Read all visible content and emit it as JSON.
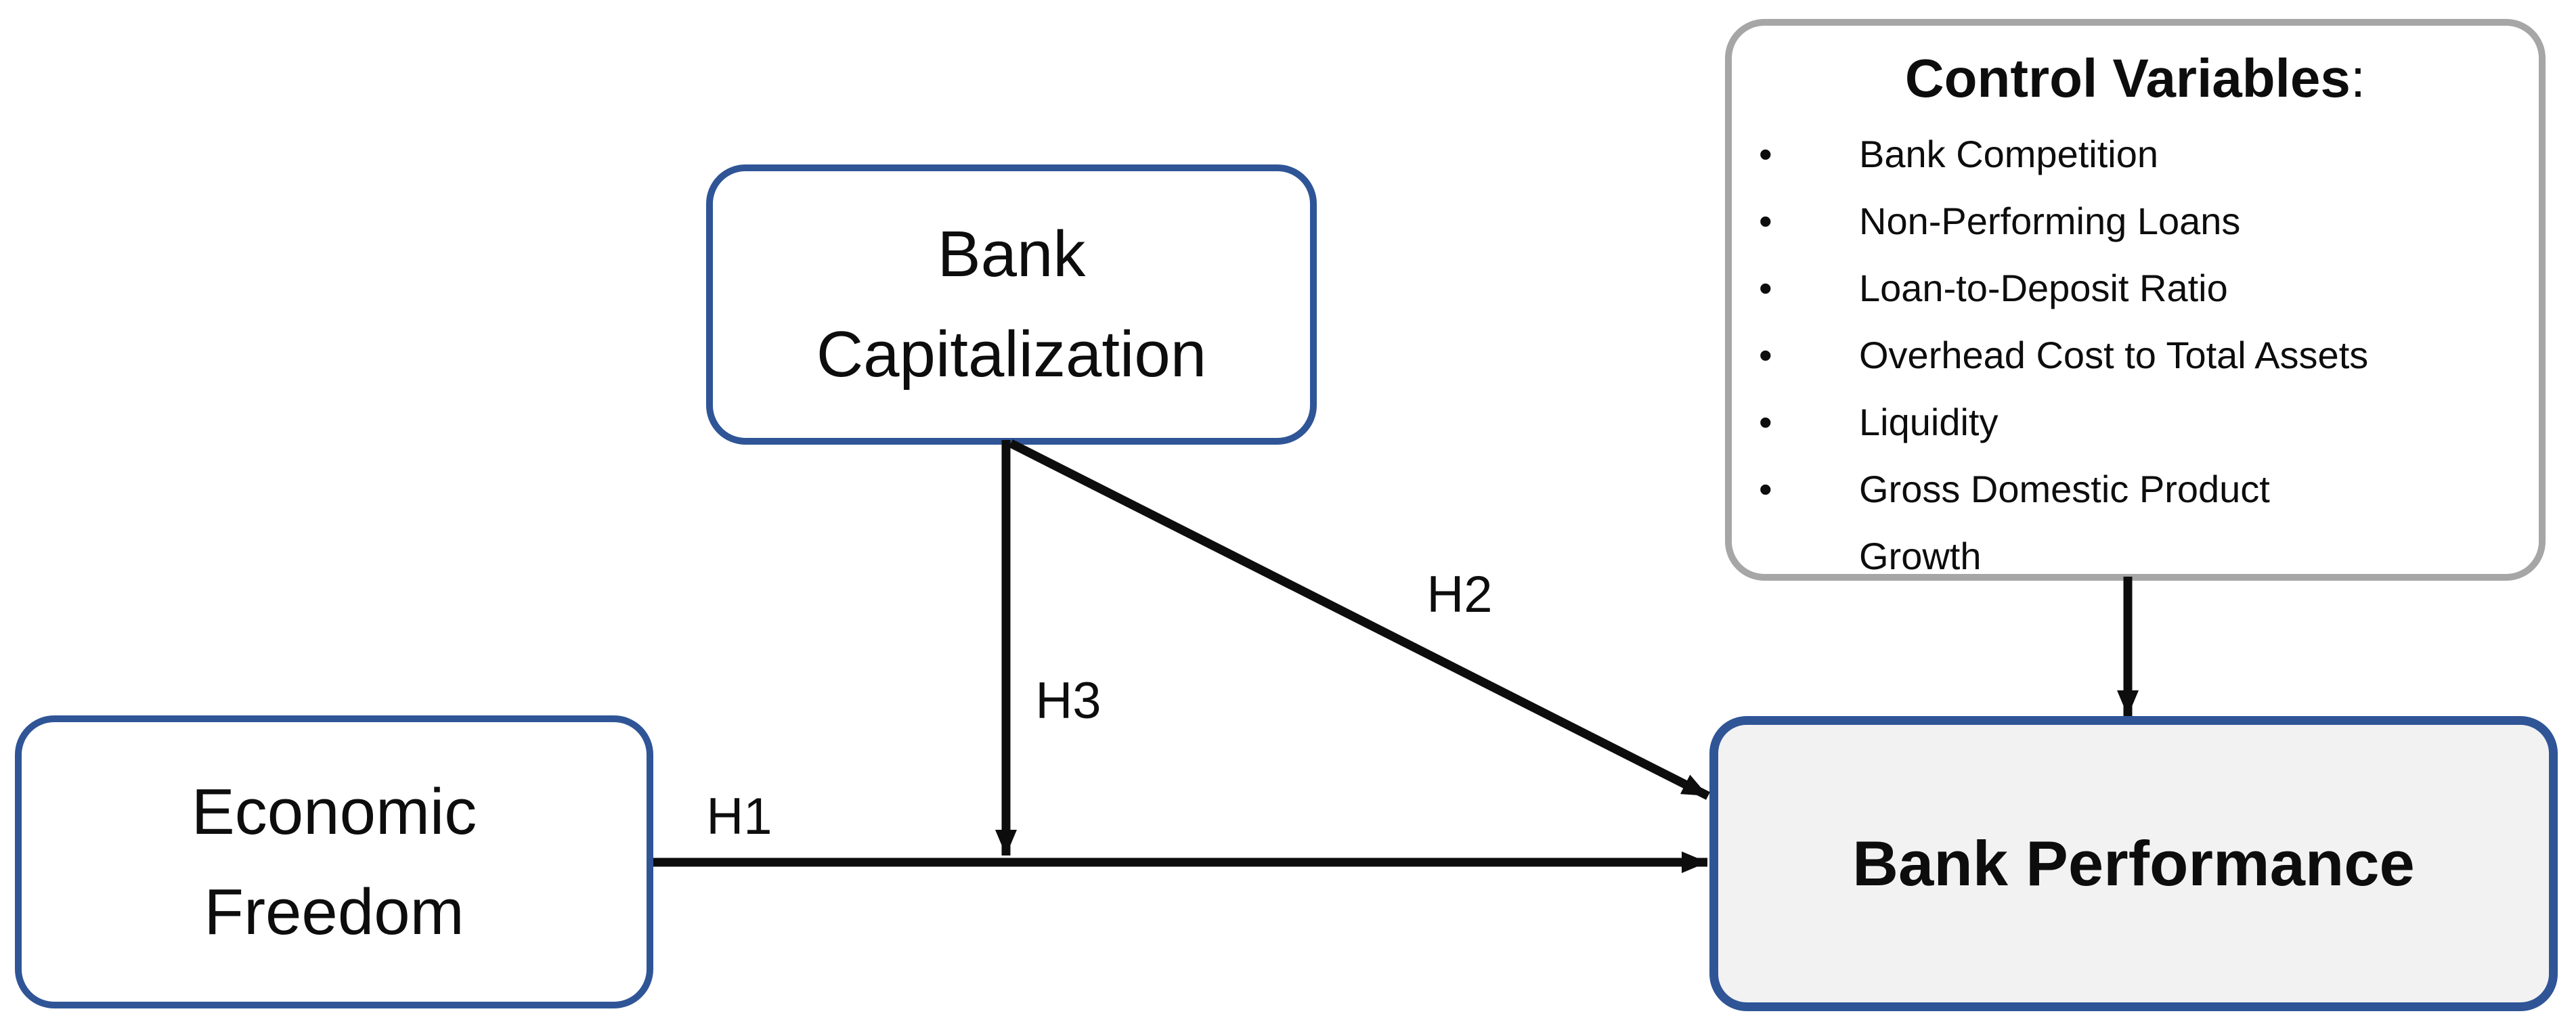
{
  "diagram": {
    "boxes": {
      "bank_capitalization": {
        "line1": "Bank",
        "line2": "Capitalization"
      },
      "economic_freedom": {
        "line1": "Economic",
        "line2": "Freedom"
      },
      "bank_performance": {
        "label": "Bank Performance"
      },
      "control_variables": {
        "title": "Control Variables",
        "title_suffix": ":",
        "bullet": "•",
        "items": [
          "Bank Competition",
          "Non-Performing Loans",
          "Loan-to-Deposit Ratio",
          "Overhead Cost to Total Assets",
          "Liquidity",
          "Gross Domestic Product Growth"
        ]
      }
    },
    "hypothesis_labels": {
      "h1": "H1",
      "h2": "H2",
      "h3": "H3"
    },
    "colors": {
      "box_border_blue": "#2F5597",
      "control_border_gray": "#A6A6A6",
      "performance_fill": "#F2F2F2",
      "plain_fill": "#FFFFFF",
      "arrow_black": "#0D0D0D",
      "text_black": "#0D0D0D",
      "background": "#FFFFFF"
    }
  }
}
